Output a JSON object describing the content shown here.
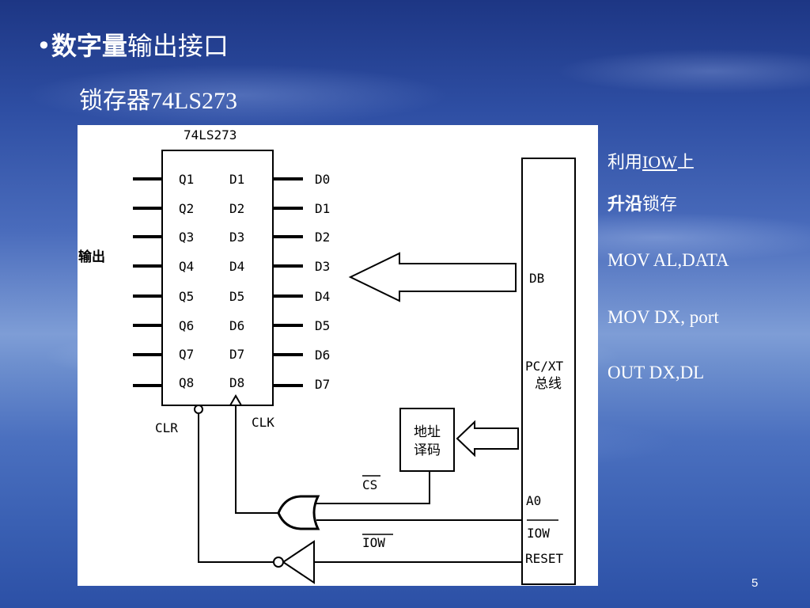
{
  "slide": {
    "title": {
      "bullet": "•",
      "bold": "数字量",
      "rest": "输出接口"
    },
    "subtitle": {
      "cjk": "锁存器",
      "part": "74LS273"
    },
    "page_number": "5"
  },
  "diagram": {
    "chip_name": "74LS273",
    "outputs_label": "输出",
    "q_pins": [
      "Q1",
      "Q2",
      "Q3",
      "Q4",
      "Q5",
      "Q6",
      "Q7",
      "Q8"
    ],
    "d_pins": [
      "D1",
      "D2",
      "D3",
      "D4",
      "D5",
      "D6",
      "D7",
      "D8"
    ],
    "data_bits": [
      "D0",
      "D1",
      "D2",
      "D3",
      "D4",
      "D5",
      "D6",
      "D7"
    ],
    "clr_label": "CLR",
    "clk_label": "CLK",
    "decoder_lines": [
      "地址",
      "译码"
    ],
    "cs_label": "CS",
    "iow_label": "IOW",
    "bus": {
      "db": "DB",
      "name_lines": [
        "PC/XT",
        "总线"
      ],
      "a0": "A0",
      "iow": "IOW",
      "reset": "RESET"
    }
  },
  "notes": {
    "line1": {
      "pre": "利用",
      "signal": "IOW",
      "post": "上"
    },
    "line2": {
      "bold": "升沿",
      "rest": "锁存"
    },
    "code": [
      "MOV AL,DATA",
      "MOV DX, port",
      "OUT DX,DL"
    ]
  },
  "colors": {
    "slide_text": "#ffffff",
    "panel": "#ffffff",
    "ink": "#000000"
  }
}
